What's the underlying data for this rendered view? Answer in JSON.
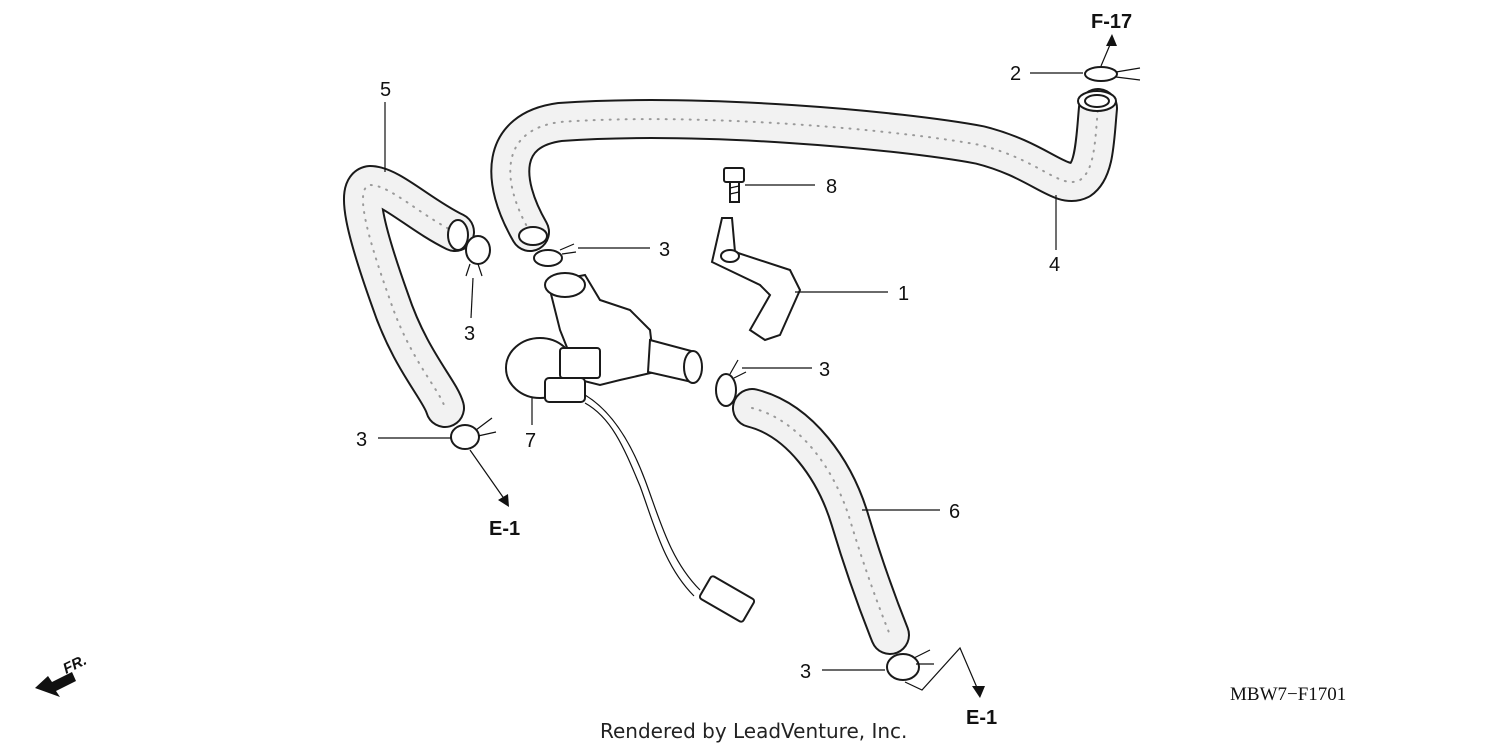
{
  "callouts": {
    "c1": "1",
    "c2": "2",
    "c3a": "3",
    "c3b": "3",
    "c3c": "3",
    "c3d": "3",
    "c3e": "3",
    "c4": "4",
    "c5": "5",
    "c6": "6",
    "c7": "7",
    "c8": "8"
  },
  "references": {
    "top": "F-17",
    "left": "E-1",
    "bottom": "E-1"
  },
  "direction": "FR.",
  "diagram_code": "MBW7−F1701",
  "credit": "Rendered by LeadVenture, Inc.",
  "colors": {
    "line": "#1a1a1a",
    "hose_fill": "#f2f2f2",
    "dots": "#9a9a9a"
  }
}
